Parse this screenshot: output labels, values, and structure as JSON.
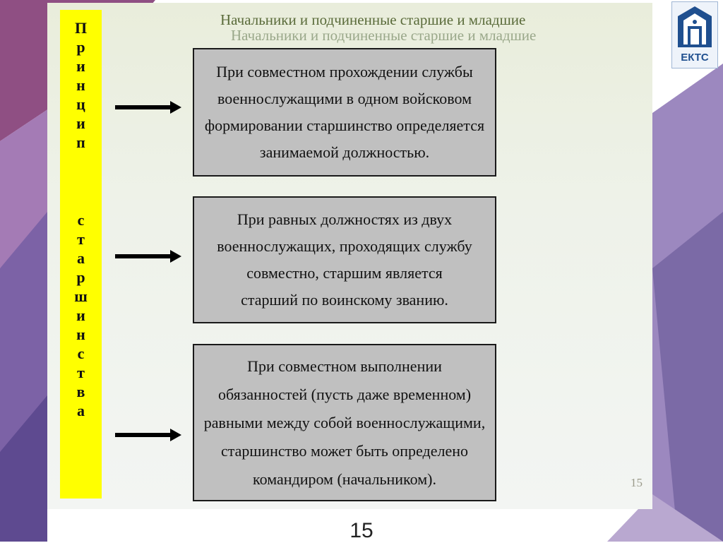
{
  "header": {
    "title": "Начальники и подчиненные старшие и младшие",
    "title_shadow": "Начальники и подчиненные старшие и младшие"
  },
  "sidebar": {
    "word_1": "П\nр\nи\nн\nц\nи\nп",
    "word_2": "с\nт\nа\nр\nш\nи\nн\nс\nт\nв\nа"
  },
  "boxes": [
    {
      "text": "При совместном прохождении службы\nвоеннослужащими в одном войсковом\nформировании старшинство определяется\nзанимаемой должностью."
    },
    {
      "text": "При равных должностях из двух\nвоеннослужащих, проходящих службу\nсовместно, старшим является\nстарший по воинскому званию."
    },
    {
      "text": "При совместном выполнении\nобязанностей (пусть даже временном)\nравными между собой военнослужащими,\nстаршинство может быть определено\nкомандиром (начальником)."
    }
  ],
  "slide_number_inner": "15",
  "page_number": "15",
  "logo": {
    "text": "ЕКТС"
  },
  "colors": {
    "sidebar": "#ffff00",
    "box_fill": "#c0c0c0",
    "background_purple": "#8a6ea3",
    "logo_blue": "#1f4f8f"
  }
}
